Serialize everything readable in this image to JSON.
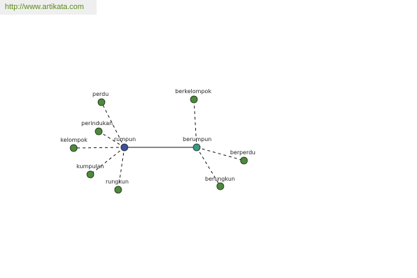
{
  "header": {
    "url": "http://www.artikata.com"
  },
  "colors": {
    "leaf_node": "#4c8a3c",
    "root_node": "#3f4fa0",
    "hub_node": "#3c9a8a",
    "edge": "#111111"
  },
  "graph": {
    "nodes": {
      "rumpun": "rumpun",
      "berumpun": "berumpun",
      "perdu": "perdu",
      "perindukan": "perindukan",
      "kelompok": "kelompok",
      "kumpulan": "kumpulan",
      "rungkun": "rungkun",
      "berkelompok": "berkelompok",
      "berperdu": "berperdu",
      "berungkun": "berungkun"
    }
  }
}
